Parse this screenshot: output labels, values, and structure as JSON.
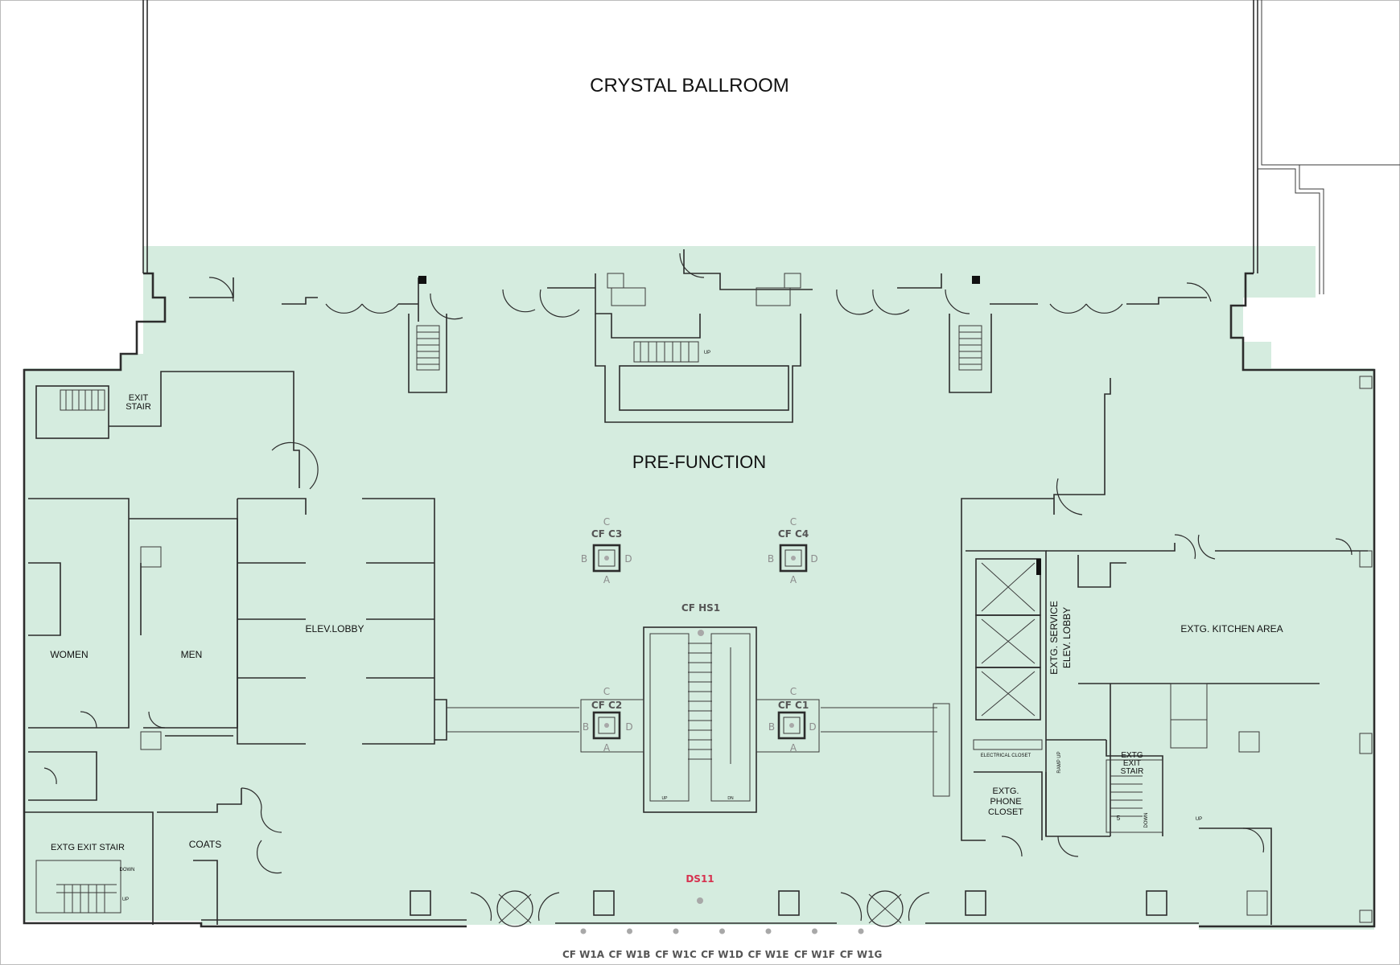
{
  "rooms": {
    "ballroom": "CRYSTAL BALLROOM",
    "prefunction": "PRE-FUNCTION",
    "elev_lobby": "ELEV.LOBBY",
    "women": "WOMEN",
    "men": "MEN",
    "coats": "COATS",
    "exit_stair_1": "EXIT",
    "exit_stair_2": "STAIR",
    "extg_exit_stair": "EXTG EXIT STAIR",
    "kitchen": "EXTG. KITCHEN AREA",
    "service_lobby_1": "EXTG. SERVICE",
    "service_lobby_2": "ELEV. LOBBY",
    "electrical": "ELECTRICAL CLOSET",
    "phone_1": "EXTG.",
    "phone_2": "PHONE",
    "phone_3": "CLOSET",
    "extg_exit_1": "EXTG",
    "extg_exit_2": "EXIT",
    "extg_exit_3": "STAIR",
    "ramp": "RAMP UP",
    "up": "UP",
    "down": "DOWN",
    "dn": "DN",
    "five": "5"
  },
  "columns": [
    {
      "code": "CF C3",
      "a": "A",
      "b": "B",
      "c": "C",
      "d": "D"
    },
    {
      "code": "CF C4",
      "a": "A",
      "b": "B",
      "c": "C",
      "d": "D"
    },
    {
      "code": "CF C2",
      "a": "A",
      "b": "B",
      "c": "C",
      "d": "D"
    },
    {
      "code": "CF C1",
      "a": "A",
      "b": "B",
      "c": "C",
      "d": "D"
    }
  ],
  "hs1": "CF HS1",
  "ds11": "DS11",
  "wall_points": [
    "CF W1A",
    "CF W1B",
    "CF W1C",
    "CF W1D",
    "CF W1E",
    "CF W1F",
    "CF W1G"
  ],
  "colors": {
    "floor": "#d5ecdf",
    "wall": "#2c2c2c",
    "accent": "#d6314f",
    "marker": "#a8a8a8"
  }
}
